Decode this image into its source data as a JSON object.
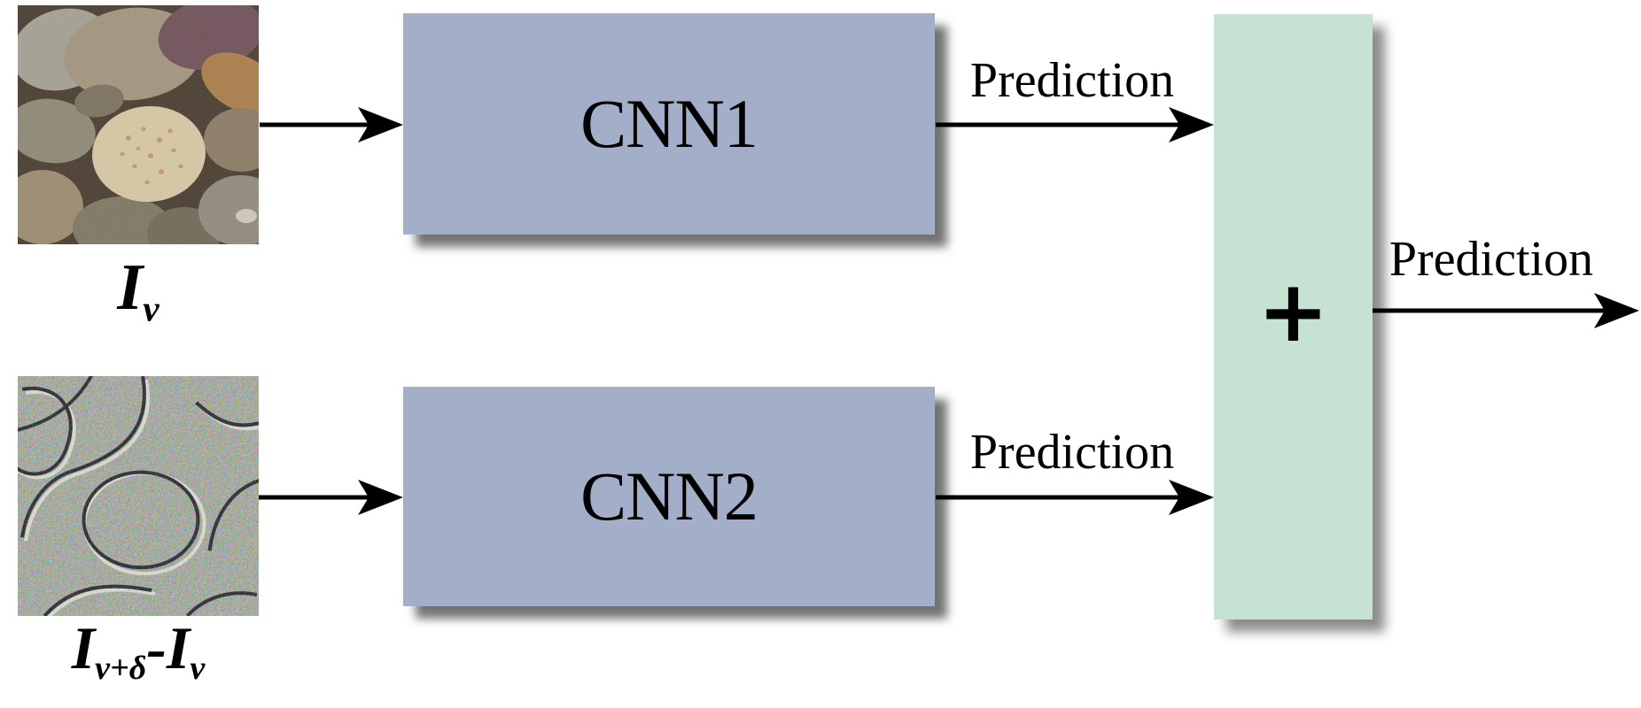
{
  "figure": {
    "type": "two-stream CNN fusion architecture diagram",
    "inputs": {
      "input1": {
        "image_alt": "photograph of pebbles",
        "label_base": "I",
        "label_sub": "v"
      },
      "input2": {
        "image_alt": "difference image of pebbles",
        "label_base1": "I",
        "label_sub1": "v+δ",
        "label_base2": "-I",
        "label_sub2": "v"
      }
    },
    "blocks": {
      "cnn1": {
        "label": "CNN1",
        "fill": "#a3afc9"
      },
      "cnn2": {
        "label": "CNN2",
        "fill": "#a3afc9"
      },
      "fusion": {
        "operator": "+",
        "fill": "#c5e2d2"
      }
    },
    "edge_labels": {
      "prediction1": "Prediction",
      "prediction2": "Prediction",
      "prediction_final": "Prediction"
    },
    "colors": {
      "cnn_box": "#a3afc9",
      "fusion_box": "#c5e2d2",
      "arrow": "#000000",
      "background": "#ffffff",
      "shadow": "#3c3c3c"
    }
  }
}
